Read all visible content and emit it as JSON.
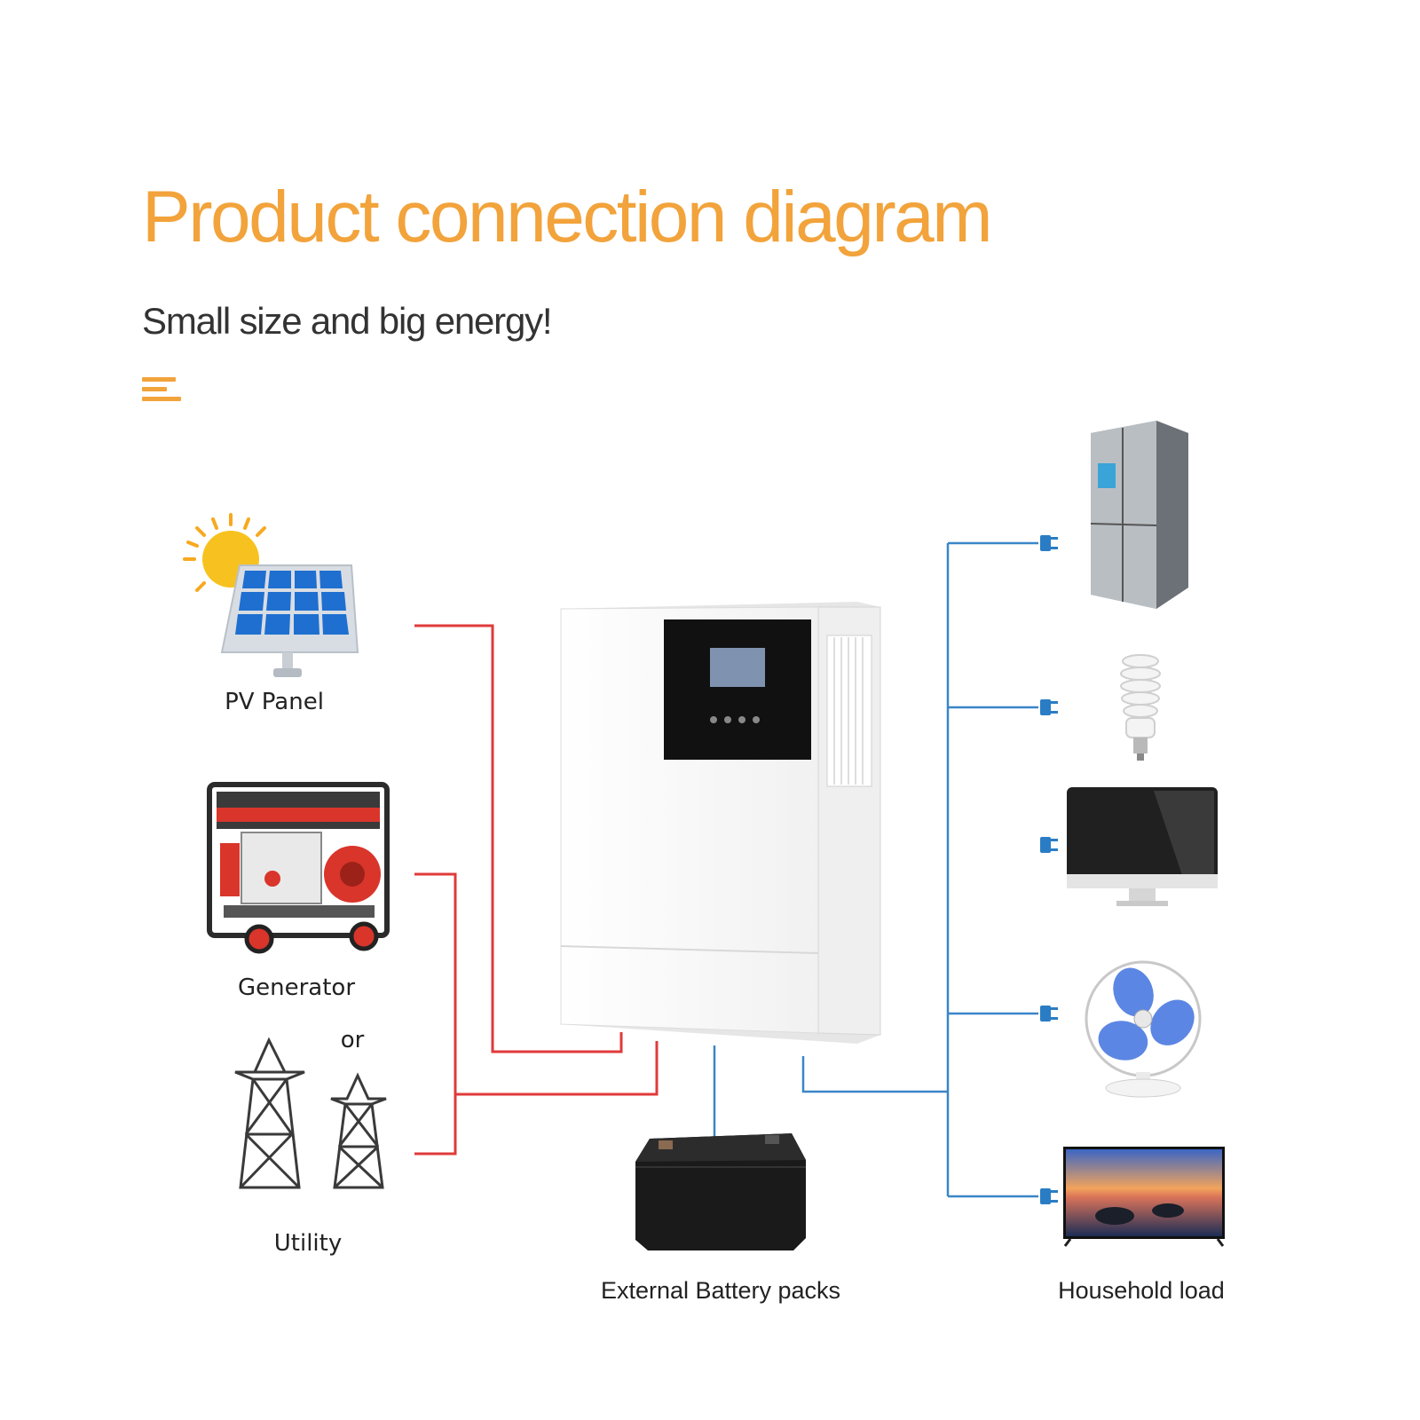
{
  "header": {
    "title": "Product connection diagram",
    "subtitle": "Small size and big energy!"
  },
  "sources": {
    "pv_panel": "PV Panel",
    "generator": "Generator",
    "or": "or",
    "utility": "Utility"
  },
  "battery": {
    "label": "External Battery packs"
  },
  "loads": {
    "label": "Household load"
  },
  "colors": {
    "accent": "#F2A33B",
    "input_wire": "#E03A3A",
    "output_wire": "#3A86C8"
  },
  "icons": [
    "menu-icon",
    "sun-icon",
    "solar-panel-icon",
    "generator-icon",
    "pylon-icon",
    "inverter-icon",
    "battery-icon",
    "refrigerator-icon",
    "bulb-icon",
    "monitor-icon",
    "fan-icon",
    "tv-icon",
    "plug-icon"
  ]
}
